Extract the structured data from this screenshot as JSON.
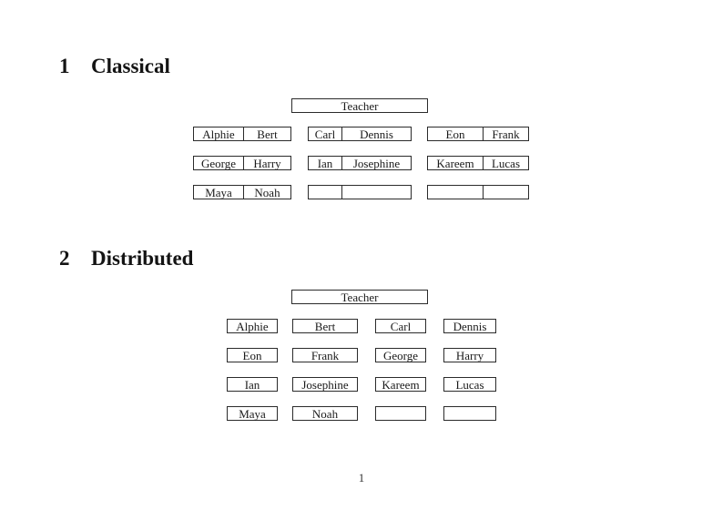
{
  "page": {
    "number": "1"
  },
  "section1": {
    "heading_number": "1",
    "heading_title": "Classical",
    "teacher": "Teacher",
    "desks": {
      "r1c1": [
        "Alphie",
        "Bert"
      ],
      "r1c2": [
        "Carl",
        "Dennis"
      ],
      "r1c3": [
        "Eon",
        "Frank"
      ],
      "r2c1": [
        "George",
        "Harry"
      ],
      "r2c2": [
        "Ian",
        "Josephine"
      ],
      "r2c3": [
        "Kareem",
        "Lucas"
      ],
      "r3c1": [
        "Maya",
        "Noah"
      ],
      "r3c2": [
        "",
        ""
      ],
      "r3c3": [
        "",
        ""
      ]
    }
  },
  "section2": {
    "heading_number": "2",
    "heading_title": "Distributed",
    "teacher": "Teacher",
    "desks": {
      "r1": [
        "Alphie",
        "Bert",
        "Carl",
        "Dennis"
      ],
      "r2": [
        "Eon",
        "Frank",
        "George",
        "Harry"
      ],
      "r3": [
        "Ian",
        "Josephine",
        "Kareem",
        "Lucas"
      ],
      "r4": [
        "Maya",
        "Noah",
        "",
        ""
      ]
    }
  }
}
